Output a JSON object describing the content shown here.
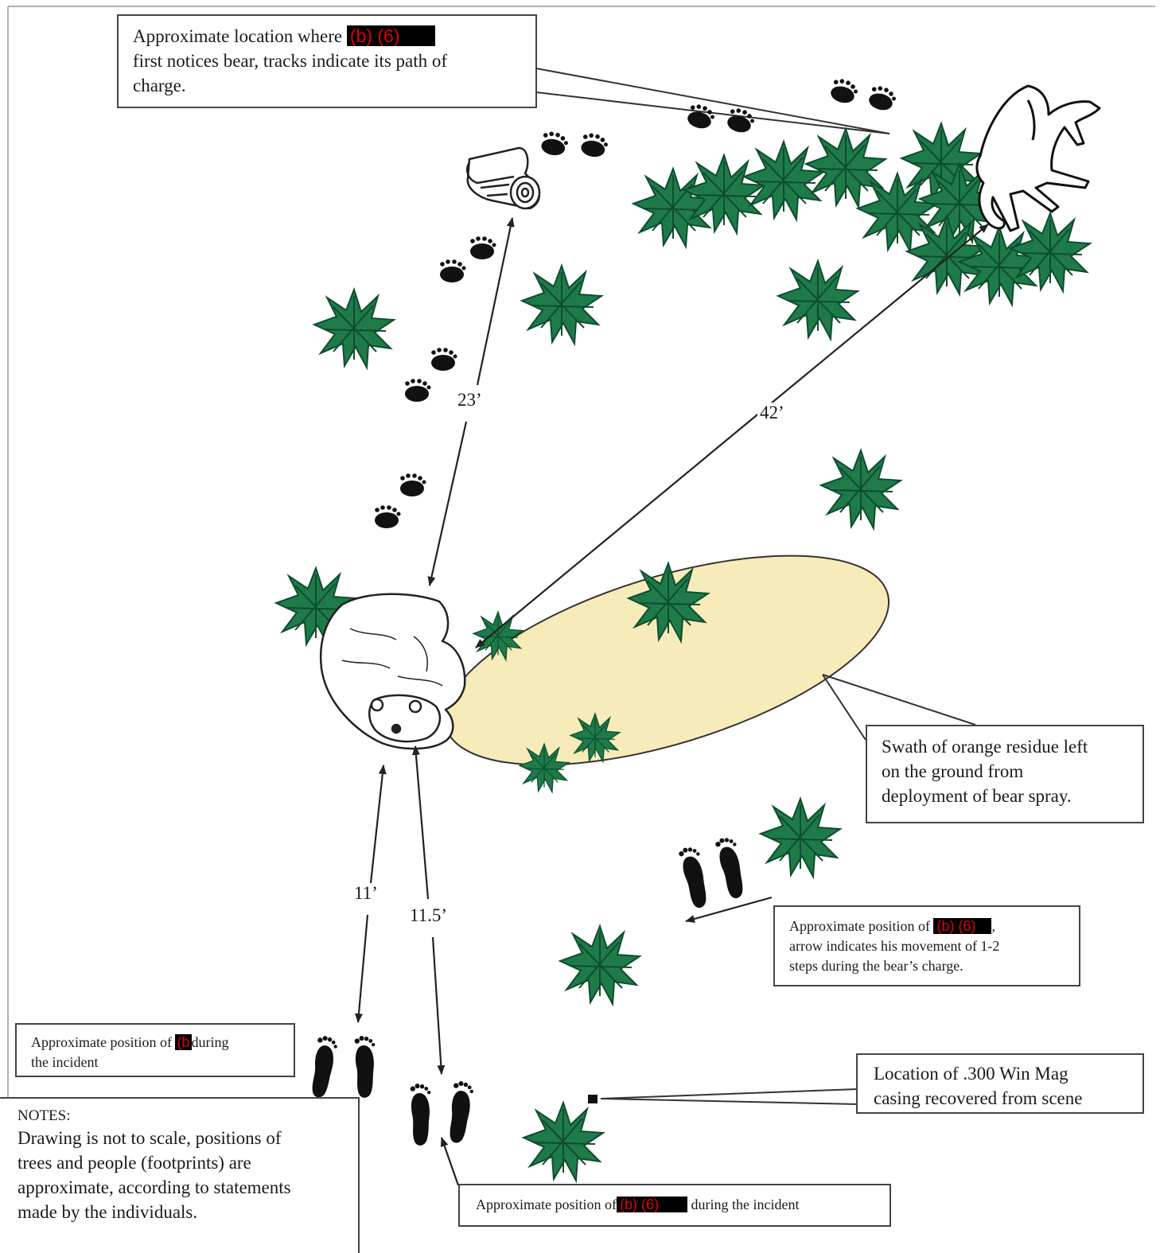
{
  "callouts": {
    "bear_location": {
      "line1_pre": "Approximate location where ",
      "redaction": "(b) (6)",
      "line2": "first notices bear, tracks indicate its path of",
      "line3": "charge."
    },
    "spray_swath": {
      "line1": "Swath of orange residue left",
      "line2": "on the ground from",
      "line3": "deployment of bear spray."
    },
    "person_right": {
      "line1_pre": "Approximate position of ",
      "redaction": "(b) (6)",
      "line1_post": ",",
      "line2": "arrow indicates his movement of 1-2",
      "line3": "steps during the bear’s charge."
    },
    "person_left": {
      "line1_pre": "Approximate position of ",
      "redaction": "(b",
      "line1_post": "during",
      "line2": "the incident"
    },
    "casing": {
      "line1": "Location of .300 Win Mag",
      "line2": "casing recovered from scene"
    },
    "person_bottom": {
      "pre": "Approximate position of",
      "redaction": "(b) (6)",
      "post": "during the incident"
    }
  },
  "notes": {
    "heading": "NOTES:",
    "line1": "Drawing is not to scale, positions of",
    "line2": "trees and people (footprints) are",
    "line3": "approximate, according to statements",
    "line4": "made by the individuals."
  },
  "distances": {
    "log_to_bear": "23’",
    "trees_to_bear": "42’",
    "left_person_to_bear": "11’",
    "bottom_person_to_bear": "11.5’"
  },
  "colors": {
    "tree": "#1f7a4a",
    "tree_dark": "#0d4d2c",
    "spray_swath": "#f7ebb9",
    "redaction_text": "#e0000c"
  },
  "icons": [
    "tree-icon",
    "bear-icon",
    "deer-icon",
    "log-icon",
    "paw-print-icon",
    "footprint-icon",
    "casing-marker-icon"
  ]
}
